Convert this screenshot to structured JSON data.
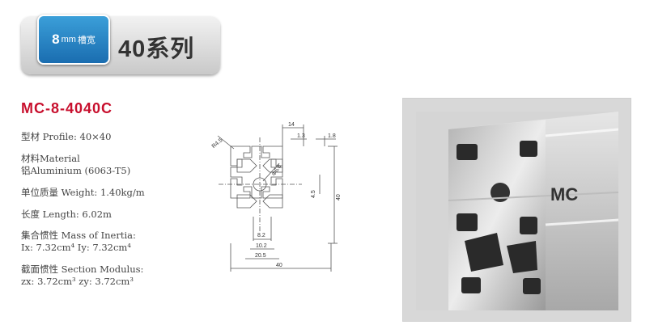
{
  "header": {
    "tab_main": "8",
    "tab_unit": "mm",
    "tab_label": "槽宽",
    "series_title": "40系列"
  },
  "product": {
    "model": "MC-8-4040C",
    "profile": "型材 Profile: 40×40",
    "material_line1": "材料Material",
    "material_line2": "铝Aluminium (6063-T5)",
    "weight": "单位质量 Weight: 1.40kg/m",
    "length": "长度 Length: 6.02m",
    "inertia_title": "集合惯性  Mass of Inertia:",
    "inertia_values": "Ix: 7.32cm⁴   Iy: 7.32cm⁴",
    "modulus_title": "截面惯性 Section Modulus:",
    "modulus_values": "zx: 3.72cm³  zy: 3.72cm³"
  },
  "drawing": {
    "dims": {
      "d14": "14",
      "d1_3": "1.3",
      "d1_8": "1.8",
      "r4_5": "R4.5",
      "dia": "Φ6.8",
      "d4_5": "4.5",
      "d40v": "40",
      "d8_2": "8.2",
      "d10_2": "10.2",
      "d20_5": "20.5",
      "d40h": "40"
    }
  },
  "photo": {
    "label": "MC"
  },
  "colors": {
    "tab_blue": "#1a6db0",
    "model_red": "#c8102e"
  }
}
